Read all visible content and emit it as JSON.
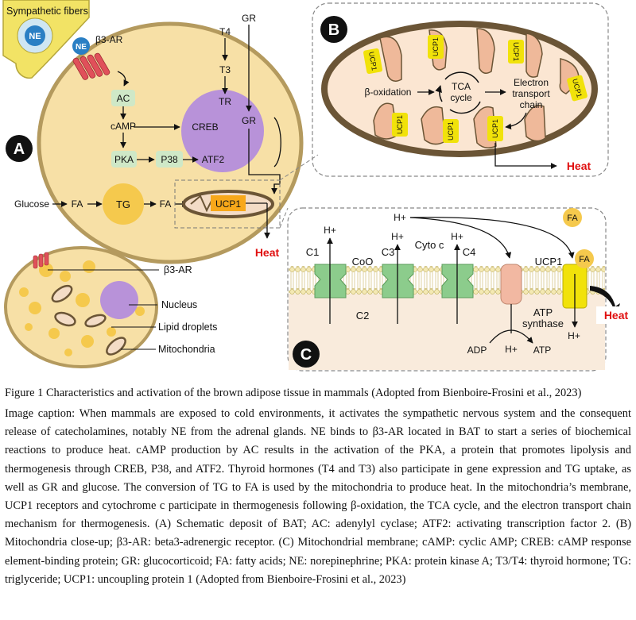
{
  "panels": {
    "a": "A",
    "b": "B",
    "c": "C"
  },
  "panel_a": {
    "sympathetic_fibers": "Sympathetic fibers",
    "ne_terminal": "NE",
    "ne_ligand": "NE",
    "receptor": "β3-AR",
    "ac": "AC",
    "camp": "cAMP",
    "pka": "PKA",
    "p38": "P38",
    "creb": "CREB",
    "atf2": "ATF2",
    "t4": "T4",
    "t3": "T3",
    "tr": "TR",
    "gr_top": "GR",
    "gr_nucleus": "GR",
    "glucose": "Glucose",
    "fa_left": "FA",
    "tg": "TG",
    "fa_right": "FA",
    "ucp1": "UCP1",
    "heat": "Heat"
  },
  "panel_b": {
    "beta_oxidation": "β-oxidation",
    "tca_line1": "TCA",
    "tca_line2": "cycle",
    "etc_line1": "Electron",
    "etc_line2": "transport",
    "etc_line3": "chain",
    "ucp1_label": "UCP1",
    "heat": "Heat"
  },
  "panel_c": {
    "h_plus": "H+",
    "c1": "C1",
    "coo": "CoO",
    "c3": "C3",
    "cyto_c": "Cyto c",
    "c4": "C4",
    "c2": "C2",
    "ucp1": "UCP1",
    "fa": "FA",
    "atp_line1": "ATP",
    "atp_line2": "synthase",
    "adp": "ADP",
    "atp": "ATP",
    "heat": "Heat"
  },
  "cell_legend": {
    "receptor": "β3-AR",
    "nucleus": "Nucleus",
    "lipid": "Lipid droplets",
    "mito": "Mitochondria"
  },
  "caption": {
    "title": "Figure 1 Characteristics and activation of the brown adipose tissue in mammals (Adopted from Bienboire-Frosini et al., 2023)",
    "body": "Image caption: When mammals are exposed to cold environments, it activates the sympathetic nervous system and the consequent release of catecholamines, notably NE from the adrenal glands. NE binds to β3-AR located in BAT to start a series of biochemical reactions to produce heat. cAMP production by AC results in the activation of the PKA, a protein that promotes lipolysis and thermogenesis through CREB, P38, and ATF2. Thyroid hormones (T4 and T3) also participate in gene expression and TG uptake, as well as GR and glucose. The conversion of TG to FA is used by the mitochondria to produce heat. In the mitochondria’s membrane, UCP1 receptors and cytochrome c participate in thermogenesis following β-oxidation, the TCA cycle, and the electron transport chain mechanism for thermogenesis. (A) Schematic deposit of BAT; AC: adenylyl cyclase; ATF2: activating transcription factor 2. (B) Mitochondria close-up; β3-AR: beta3-adrenergic receptor. (C) Mitochondrial membrane; cAMP: cyclic AMP; CREB: cAMP response element-binding protein; GR: glucocorticoid; FA: fatty acids; NE: norepinephrine; PKA: protein kinase A; T3/T4: thyroid hormone; TG: triglyceride; UCP1: uncoupling protein 1 (Adopted from Bienboire-Frosini et al., 2023)"
  },
  "colors": {
    "cell_fill": "#f7e0a6",
    "cell_border": "#b49a5e",
    "lipid": "#f5c94d",
    "nucleus": "#b892d9",
    "green_box": "#cfe8c7",
    "ucp1": "#f1e20a",
    "heat": "#e01010",
    "receptor": "#e0505a",
    "channel": "#8ccc8c",
    "atp_synthase": "#f2b8a2"
  }
}
